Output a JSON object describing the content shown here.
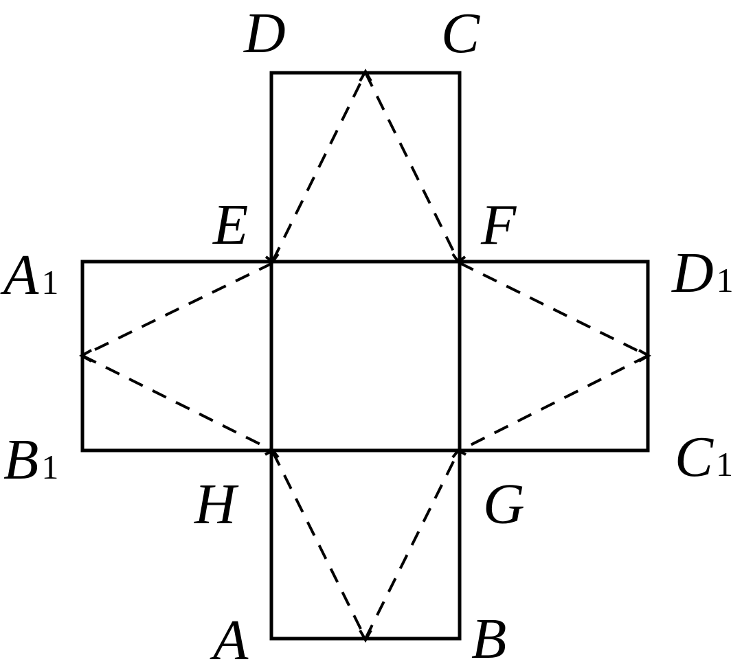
{
  "figure": {
    "points": [
      {
        "id": "D",
        "name": "D",
        "sub": ""
      },
      {
        "id": "C",
        "name": "C",
        "sub": ""
      },
      {
        "id": "E",
        "name": "E",
        "sub": ""
      },
      {
        "id": "F",
        "name": "F",
        "sub": ""
      },
      {
        "id": "A1",
        "name": "A",
        "sub": "1"
      },
      {
        "id": "D1",
        "name": "D",
        "sub": "1"
      },
      {
        "id": "B1",
        "name": "B",
        "sub": "1"
      },
      {
        "id": "C1",
        "name": "C",
        "sub": "1"
      },
      {
        "id": "H",
        "name": "H",
        "sub": ""
      },
      {
        "id": "G",
        "name": "G",
        "sub": ""
      },
      {
        "id": "A",
        "name": "A",
        "sub": ""
      },
      {
        "id": "B",
        "name": "B",
        "sub": ""
      }
    ],
    "faces": [
      "DCFE",
      "A1EHB1",
      "EFGH",
      "FD1C1G",
      "HGBA"
    ],
    "dashed_segments": [
      [
        "E",
        "top-mid"
      ],
      [
        "top-mid",
        "F"
      ],
      [
        "E",
        "left-mid"
      ],
      [
        "left-mid",
        "H"
      ],
      [
        "F",
        "right-mid"
      ],
      [
        "right-mid",
        "G"
      ],
      [
        "H",
        "bottom-mid"
      ],
      [
        "bottom-mid",
        "G"
      ]
    ]
  }
}
